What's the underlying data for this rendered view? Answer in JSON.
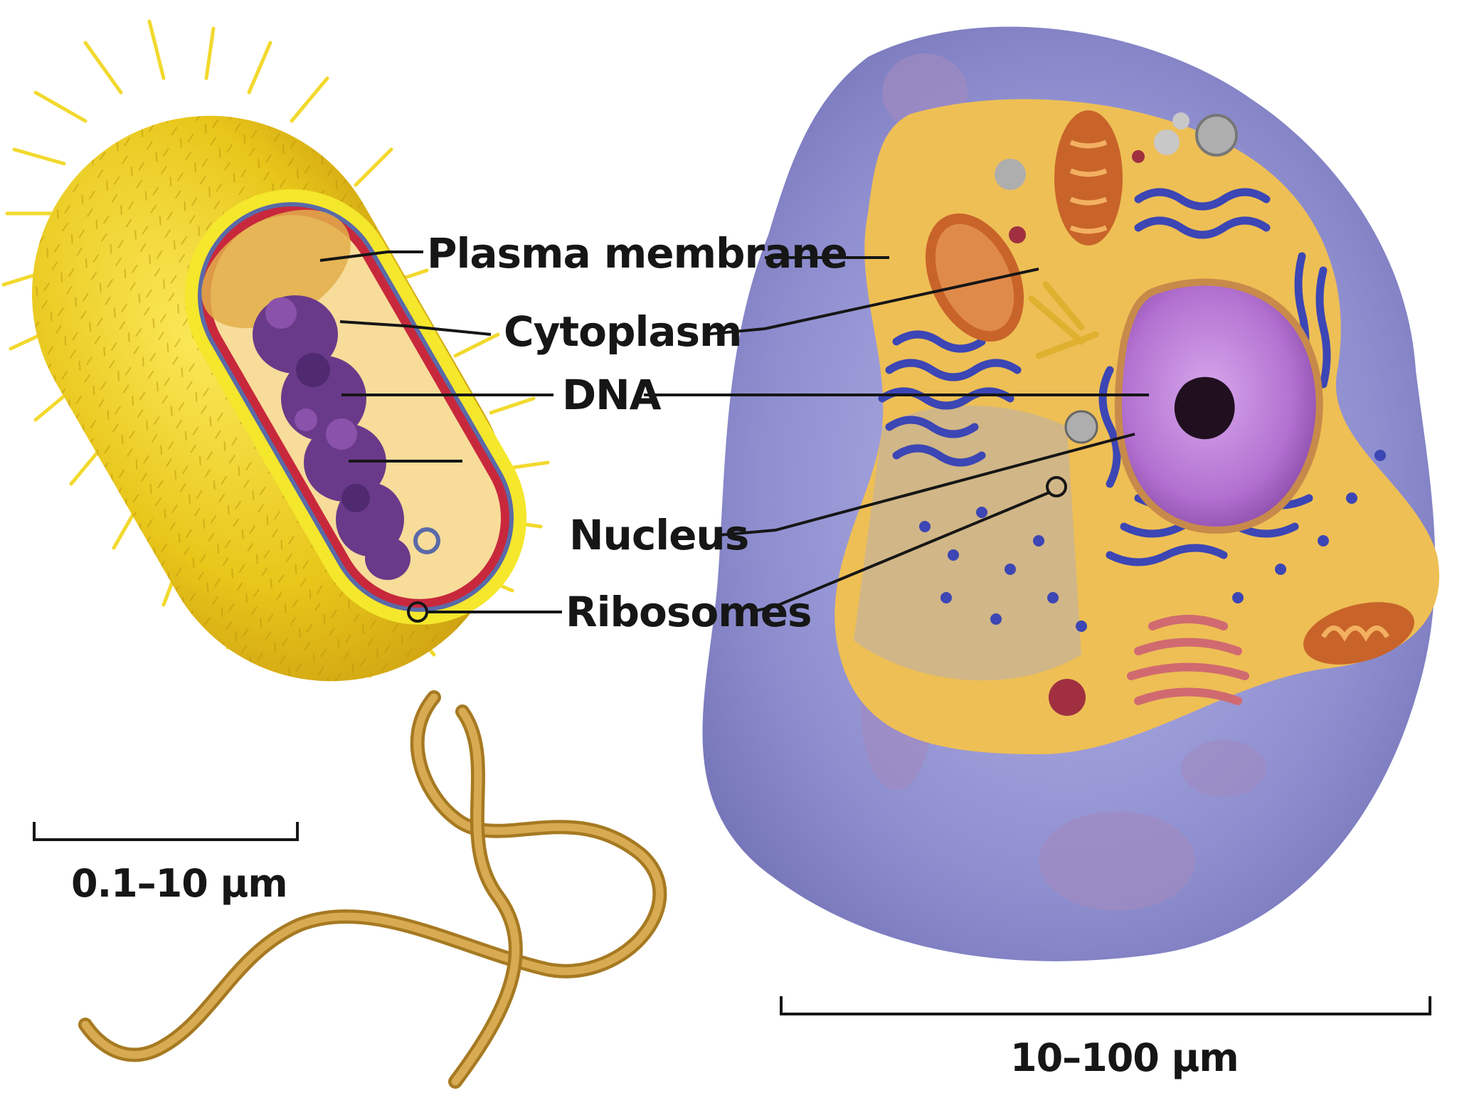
{
  "labels": {
    "plasma_membrane": "Plasma membrane",
    "cytoplasm": "Cytoplasm",
    "dna": "DNA",
    "nucleus": "Nucleus",
    "ribosomes": "Ribosomes"
  },
  "scales": {
    "prokaryote": "0.1–10 µm",
    "eukaryote": "10–100 µm"
  },
  "colors": {
    "bacterium_body": "#e8c61a",
    "bacterium_capsule": "#f4e72c",
    "membrane_red": "#c8283c",
    "membrane_blue": "#5a6aa8",
    "cytoplasm_tan": "#f7dc9a",
    "dna_purple": "#6a3a8a",
    "flagellum": "#c99a3c",
    "cell_outer_lavender": "#8f8fd0",
    "cell_cytoplasm": "#eebf55",
    "nucleus_purple": "#b271d0",
    "nucleolus": "#20101f",
    "mitochondria": "#c8642a",
    "er_blue": "#3c46b4",
    "golgi": "#d06a70"
  }
}
